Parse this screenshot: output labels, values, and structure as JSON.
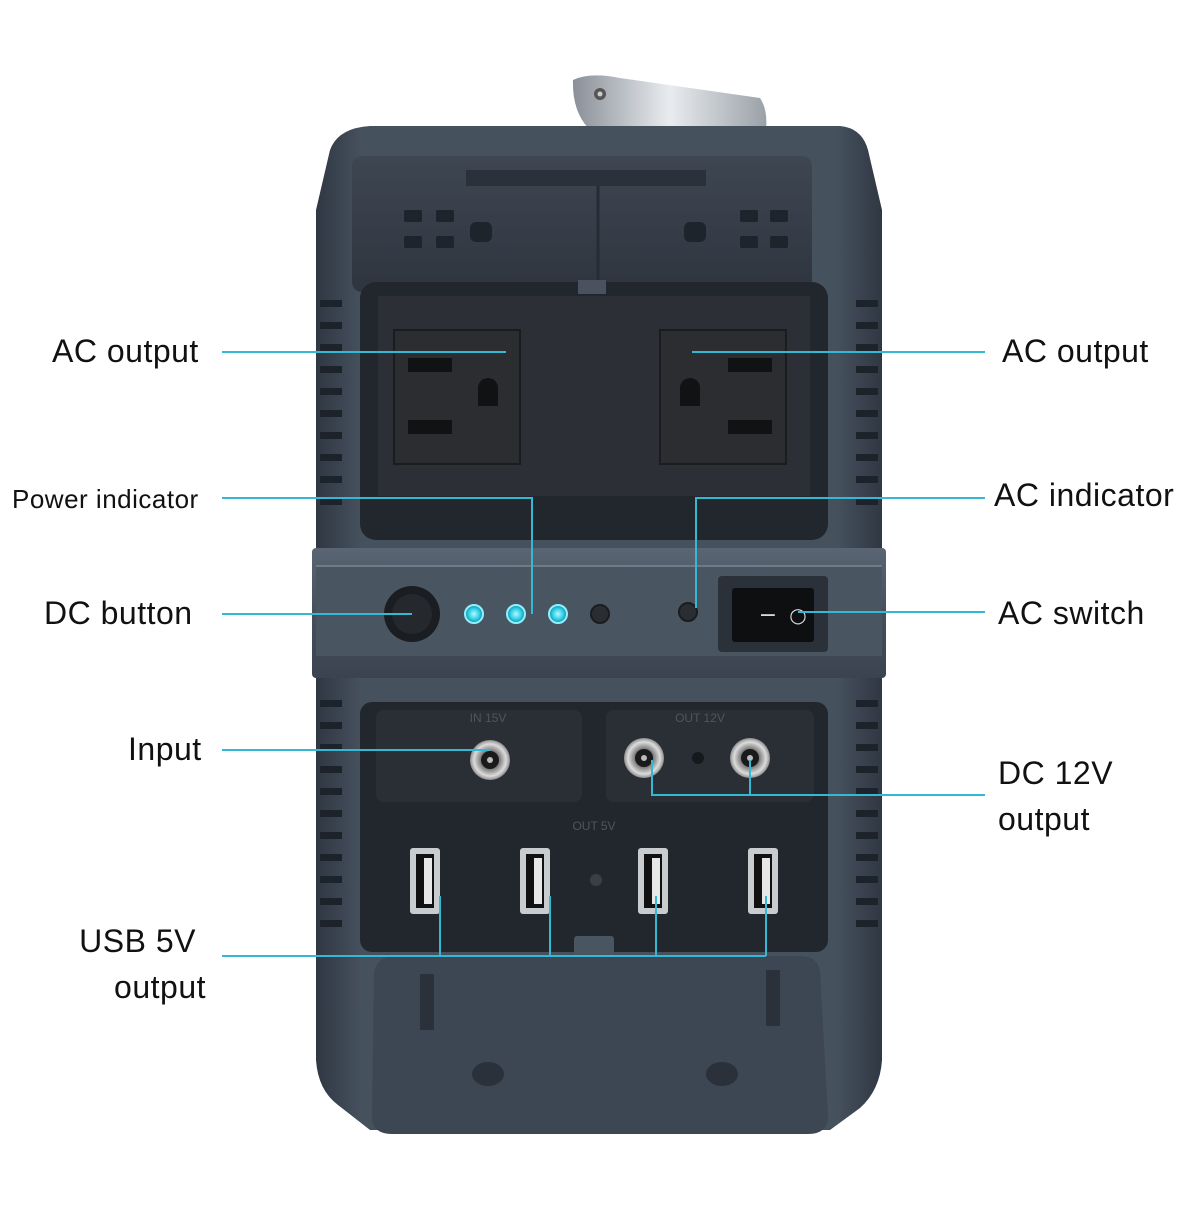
{
  "colors": {
    "callout_line": "#35b8d3",
    "device_body": "#3f4956",
    "device_dark": "#2a323c",
    "panel": "#262b31",
    "outlet_face": "#2b2d30",
    "led_on": "#2fd0e6",
    "led_off": "#2a2d31"
  },
  "labels": {
    "ac_output_left": "AC output",
    "ac_output_right": "AC output",
    "power_indicator": "Power indicator",
    "ac_indicator": "AC indicator",
    "dc_button": "DC button",
    "ac_switch": "AC switch",
    "input": "Input",
    "dc12v_line1": "DC 12V",
    "dc12v_line2": "output",
    "usb_line1": "USB 5V",
    "usb_line2": "output"
  },
  "panel_text": {
    "in_15v": "IN 15V",
    "out_12v": "OUT 12V",
    "out_5v": "OUT 5V"
  },
  "icons": {
    "switch_off": "−",
    "switch_on": "○"
  },
  "power_indicator": {
    "leds_total": 4,
    "leds_lit": 3
  }
}
